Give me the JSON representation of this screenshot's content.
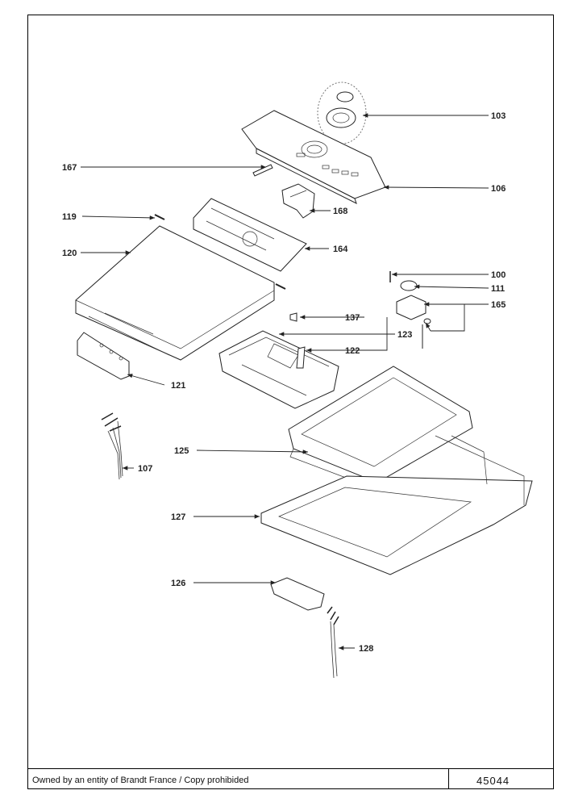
{
  "callouts": {
    "c103": "103",
    "c106": "106",
    "c167": "167",
    "c168": "168",
    "c119": "119",
    "c164": "164",
    "c120": "120",
    "c100": "100",
    "c111": "111",
    "c165": "165",
    "c137": "137",
    "c123": "123",
    "c122": "122",
    "c121": "121",
    "c107": "107",
    "c125": "125",
    "c127": "127",
    "c126": "126",
    "c128": "128"
  },
  "footer": {
    "ownership": "Owned by an entity of Brandt France / Copy prohibided",
    "doc_number": "45044"
  }
}
